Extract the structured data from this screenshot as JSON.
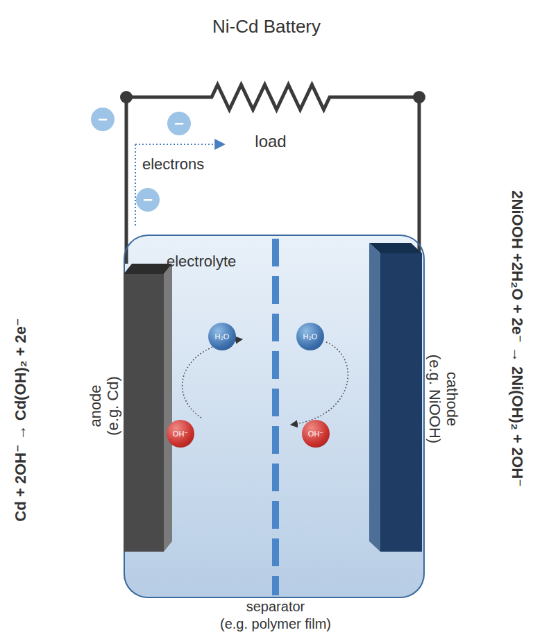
{
  "diagram": {
    "title": "Ni-Cd Battery",
    "nodes": [
      {
        "text": [
          "−"
        ]
      },
      {
        "text": [
          "−"
        ]
      },
      {
        "text": [
          "−"
        ]
      },
      {
        "text": [
          "load"
        ]
      },
      {
        "text": [
          "electrolyte"
        ]
      },
      {
        "text": [
          "anode",
          "(e.g. Cd)"
        ],
        "in": 4
      },
      {
        "text": [
          "cathode",
          "(e.g. NiOOH)"
        ],
        "in": 4
      },
      {
        "text": [
          "H₂O"
        ],
        "in": 4
      },
      {
        "text": [
          "H₂O"
        ],
        "in": 4
      },
      {
        "text": [
          "OH⁻"
        ],
        "in": 4
      },
      {
        "text": [
          "OH⁻"
        ],
        "in": 4
      }
    ],
    "edges": [
      {
        "from": 5,
        "to": 3,
        "arrow": "none"
      },
      {
        "from": 3,
        "to": 6,
        "arrow": "none"
      }
    ],
    "labels": [
      "electrons",
      "separator",
      "(e.g. polymer film)",
      "Cd + 2OH⁻ → Cd(OH)₂ + 2e⁻",
      "2NiOOH +2H₂O + 2e⁻ → 2Ni(OH)₂ + 2OH⁻"
    ]
  }
}
